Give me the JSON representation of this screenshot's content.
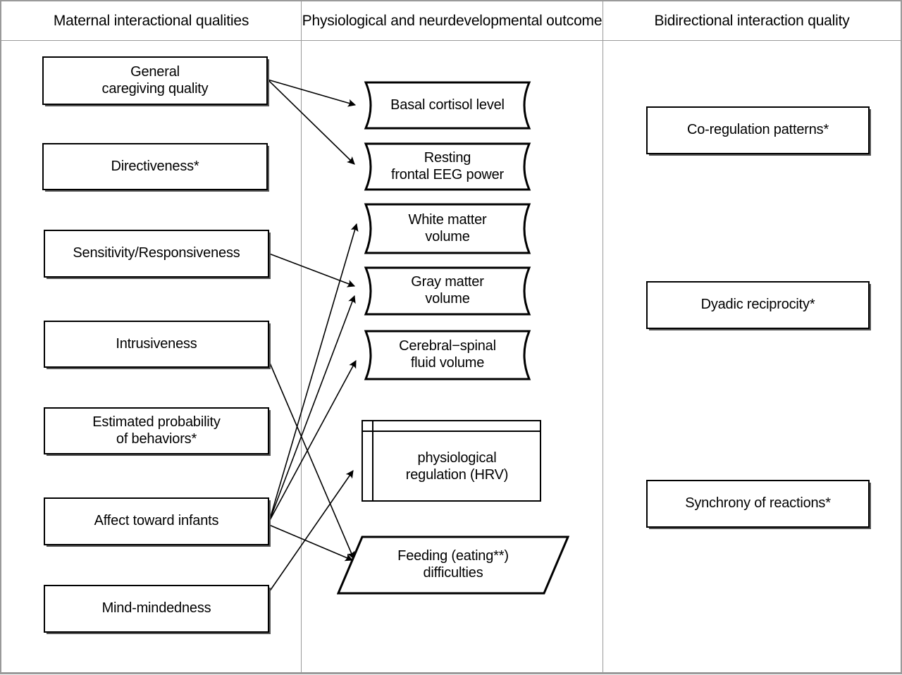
{
  "figure": {
    "title": "Maternal interactional qualities and infant outcomes flow diagram",
    "columns": [
      {
        "id": "maternal",
        "heading": "Maternal interactional qualities"
      },
      {
        "id": "outcome",
        "heading": "Physiological and neurdevelopmental outcome"
      },
      {
        "id": "bidirectional",
        "heading": "Bidirectional interaction quality"
      }
    ]
  },
  "maternal_nodes": [
    {
      "id": "general-caregiving-quality",
      "label": "General\ncaregiving quality",
      "shape": "rectangle"
    },
    {
      "id": "directiveness",
      "label": "Directiveness*",
      "shape": "rectangle"
    },
    {
      "id": "sensitivity-responsiveness",
      "label": "Sensitivity/Responsiveness",
      "shape": "rectangle"
    },
    {
      "id": "intrusiveness",
      "label": "Intrusiveness",
      "shape": "rectangle"
    },
    {
      "id": "estimated-probability-of-behaviors",
      "label": "Estimated probability\nof behaviors*",
      "shape": "rectangle"
    },
    {
      "id": "affect-toward-infants",
      "label": "Affect toward  infants",
      "shape": "rectangle"
    },
    {
      "id": "mind-mindedness",
      "label": "Mind-mindedness",
      "shape": "rectangle"
    }
  ],
  "outcome_nodes": [
    {
      "id": "basal-cortisol-level",
      "label": "Basal cortisol level",
      "shape": "document"
    },
    {
      "id": "resting-frontal-eeg-power",
      "label": "Resting\nfrontal EEG power",
      "shape": "document"
    },
    {
      "id": "white-matter-volume",
      "label": "White matter\nvolume",
      "shape": "document"
    },
    {
      "id": "gray-matter-volume",
      "label": "Gray matter\nvolume",
      "shape": "document"
    },
    {
      "id": "cerebral-spinal-fluid-volume",
      "label": "Cerebral−spinal\nfluid volume",
      "shape": "document"
    },
    {
      "id": "physiological-regulation-hrv",
      "label": "physiological\nregulation (HRV)",
      "shape": "predefined-process"
    },
    {
      "id": "feeding-eating-difficulties",
      "label": "Feeding (eating**)\ndifficulties",
      "shape": "parallelogram"
    }
  ],
  "bidirectional_nodes": [
    {
      "id": "co-regulation-patterns",
      "label": "Co-regulation patterns*",
      "shape": "rectangle"
    },
    {
      "id": "dyadic-reciprocity",
      "label": "Dyadic reciprocity*",
      "shape": "rectangle"
    },
    {
      "id": "synchrony-of-reactions",
      "label": "Synchrony of reactions*",
      "shape": "rectangle"
    }
  ],
  "connections": [
    {
      "from": "general-caregiving-quality",
      "to": "basal-cortisol-level"
    },
    {
      "from": "general-caregiving-quality",
      "to": "resting-frontal-eeg-power"
    },
    {
      "from": "sensitivity-responsiveness",
      "to": "gray-matter-volume"
    },
    {
      "from": "intrusiveness",
      "to": "feeding-eating-difficulties"
    },
    {
      "from": "affect-toward-infants",
      "to": "white-matter-volume"
    },
    {
      "from": "affect-toward-infants",
      "to": "gray-matter-volume"
    },
    {
      "from": "affect-toward-infants",
      "to": "cerebral-spinal-fluid-volume"
    },
    {
      "from": "affect-toward-infants",
      "to": "feeding-eating-difficulties"
    },
    {
      "from": "mind-mindedness",
      "to": "physiological-regulation-hrv"
    }
  ],
  "colors": {
    "stroke": "#000000",
    "background": "#ffffff",
    "rule": "#9a9a9a",
    "shadow": "#555555"
  }
}
